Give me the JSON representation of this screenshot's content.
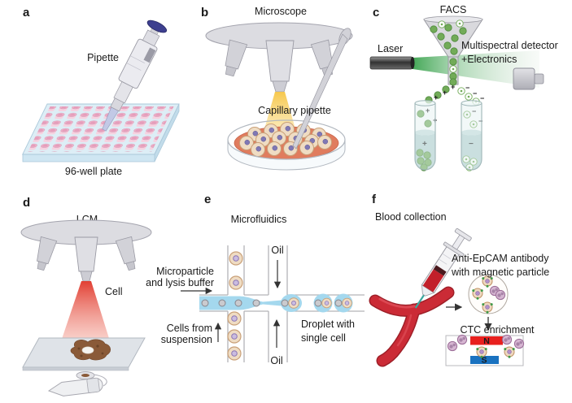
{
  "panels": {
    "a": {
      "letter": "a",
      "pipette_label": "Pipette",
      "plate_label": "96-well plate"
    },
    "b": {
      "letter": "b",
      "title": "Microscope",
      "capillary_label": "Capillary pipette"
    },
    "c": {
      "letter": "c",
      "title": "FACS",
      "laser_label": "Laser",
      "detector_label_line1": "Multispectral detector",
      "detector_label_line2": "+Electronics",
      "plus": "+",
      "minus": "−"
    },
    "d": {
      "letter": "d",
      "title": "LCM",
      "cell_label": "Cell"
    },
    "e": {
      "letter": "e",
      "title": "Microfluidics",
      "inlet_top_label_line1": "Microparticle",
      "inlet_top_label_line2": "and lysis buffer",
      "oil_top_label": "Oil",
      "oil_bottom_label": "Oil",
      "inlet_bottom_label_line1": "Cells from",
      "inlet_bottom_label_line2": "suspension",
      "droplet_label_line1": "Droplet with",
      "droplet_label_line2": "single cell"
    },
    "f": {
      "letter": "f",
      "title": "Blood collection",
      "antibody_label_line1": "Anti-EpCAM antibody",
      "antibody_label_line2": "with magnetic particle",
      "ctc_label": "CTC enrichment",
      "magnet_north": "N",
      "magnet_south": "S"
    }
  },
  "colors": {
    "background": "#ffffff",
    "equipment_gray": "#dcdce1",
    "well_pink": "#efb3ca",
    "plate_blue": "#ddeef6",
    "beam_yellow": "#f6c544",
    "beam_green": "#2f9e44",
    "beam_red": "#e03528",
    "cell_green": "#72ab58",
    "cell_tan": "#efdcc3",
    "nucleus_purple": "#9c84c4",
    "medium_orange": "#e07c5e",
    "fluid_blue": "#a4d8ee",
    "blood_red": "#cb2b36",
    "magnet_red": "#e8201e",
    "magnet_blue": "#1a72c0",
    "plunger_blue": "#3d3f8f"
  }
}
